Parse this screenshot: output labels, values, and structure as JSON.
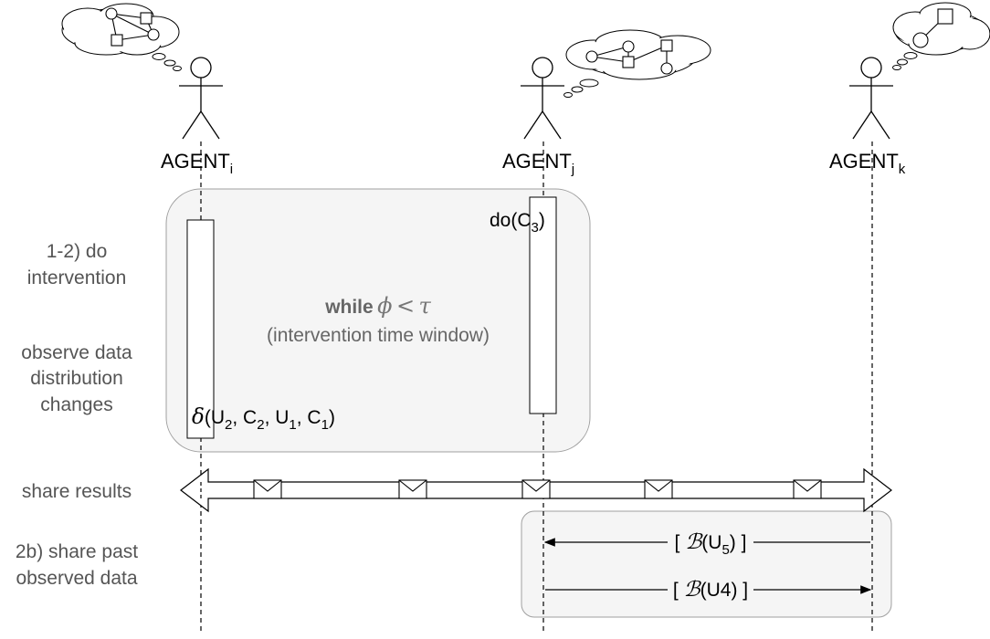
{
  "agents": [
    {
      "name": "AGENT",
      "sub": "i"
    },
    {
      "name": "AGENT",
      "sub": "j"
    },
    {
      "name": "AGENT",
      "sub": "k"
    }
  ],
  "steps": {
    "intervention": [
      "1-2) do",
      "intervention"
    ],
    "observe": [
      "observe data",
      "distribution",
      "changes"
    ],
    "share": "share results",
    "share_past": [
      "2b) share past",
      "observed data"
    ]
  },
  "loop": {
    "keyword": "while",
    "phi": "ϕ",
    "lt": "<",
    "tau": "τ",
    "caption": "(intervention time window)"
  },
  "calls": {
    "do_prefix": "do(C",
    "do_sub": "3",
    "do_suffix": ")",
    "delta_symbol": "δ",
    "delta_open": "(U",
    "delta_sub1": "2",
    "delta_sep1": ", C",
    "delta_sub2": "2",
    "delta_sep2": ", U",
    "delta_sub3": "1",
    "delta_sep3": ", C",
    "delta_sub4": "1",
    "delta_close": ")"
  },
  "messages": {
    "msg1": {
      "open": "[ ",
      "symbol": "ℬ",
      "arg": "(U",
      "sub": "5",
      "close": ") ]"
    },
    "msg2": {
      "open": "[ ",
      "symbol": "ℬ",
      "arg": "(U4) ]"
    }
  },
  "colors": {
    "loop_fill": "#f5f5f5",
    "loop_stroke": "#a0a0a0",
    "step_text": "#555555"
  }
}
